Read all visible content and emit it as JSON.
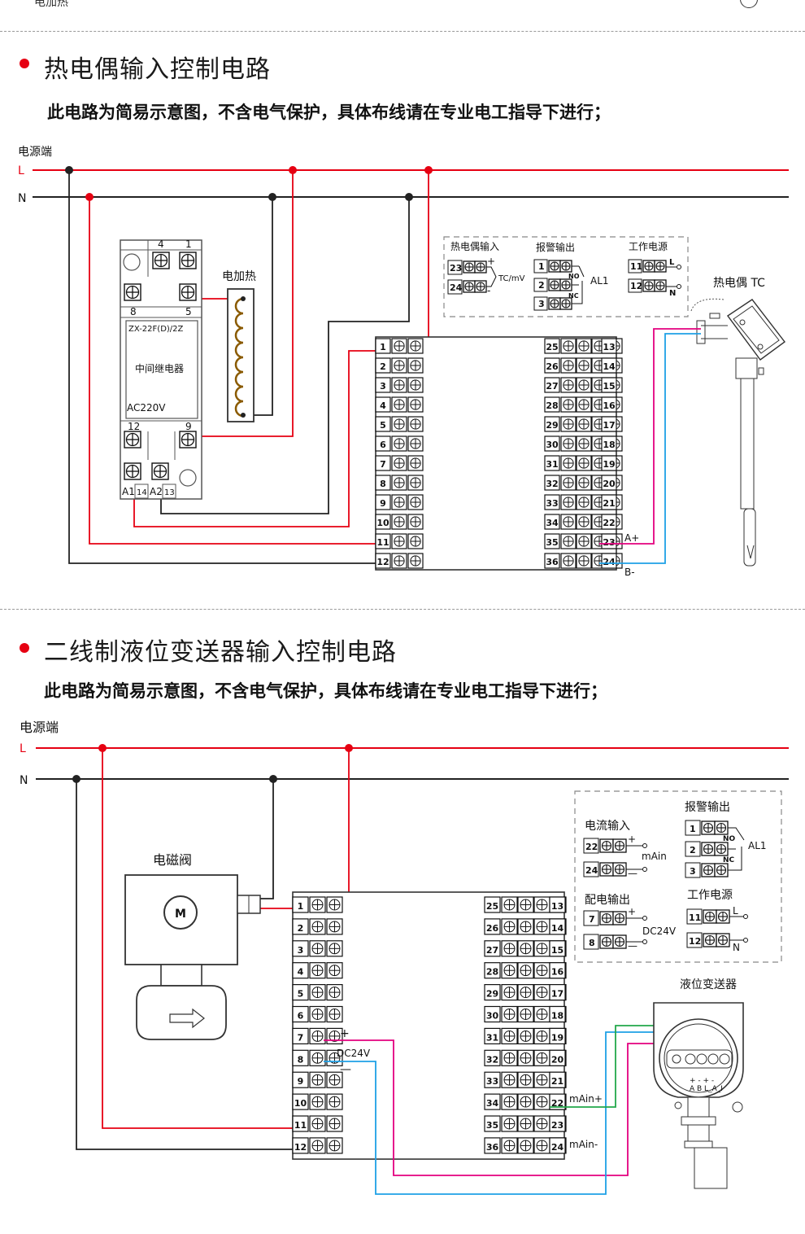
{
  "top": {
    "cut_label": "电加热"
  },
  "section1": {
    "title": "热电偶输入控制电路",
    "subtitle": "此电路为简易示意图，不含电气保护，具体布线请在专业电工指导下进行；",
    "power_label": "电源端",
    "line_L": "L",
    "line_N": "N",
    "relay": {
      "model": "ZX-22F(D)/2Z",
      "name": "中间继电器",
      "voltage": "AC220V",
      "top_nums": [
        "4",
        "1"
      ],
      "mid_nums": [
        "8",
        "5"
      ],
      "low_nums": [
        "12",
        "9"
      ],
      "bottom_labels": [
        "A1",
        "14",
        "A2",
        "13"
      ]
    },
    "heater_label": "电加热",
    "legend": {
      "tc_title": "热电偶输入",
      "tc_terms": [
        "23",
        "24"
      ],
      "tc_plus": "+",
      "tc_minus": "-",
      "tc_sig": "TC/mV",
      "alarm_title": "报警输出",
      "alarm_terms": [
        "1",
        "2",
        "3"
      ],
      "no": "NO",
      "nc": "NC",
      "al": "AL1",
      "power_title": "工作电源",
      "power_terms": [
        "11",
        "12"
      ],
      "pL": "L",
      "pN": "N"
    },
    "sensor_label": "热电偶 TC",
    "left_terms": [
      "1",
      "2",
      "3",
      "4",
      "5",
      "6",
      "7",
      "8",
      "9",
      "10",
      "11",
      "12"
    ],
    "mid_terms": [
      "25",
      "26",
      "27",
      "28",
      "29",
      "30",
      "31",
      "32",
      "33",
      "34",
      "35",
      "36"
    ],
    "right_terms": [
      "13",
      "14",
      "15",
      "16",
      "17",
      "18",
      "19",
      "20",
      "21",
      "22",
      "23",
      "24"
    ],
    "a_plus": "A+",
    "b_minus": "B-"
  },
  "section2": {
    "title": "二线制液位变送器输入控制电路",
    "subtitle": "此电路为简易示意图，不含电气保护，具体布线请在专业电工指导下进行；",
    "power_label": "电源端",
    "line_L": "L",
    "line_N": "N",
    "valve_label": "电磁阀",
    "motor": "M",
    "legend": {
      "cur_title": "电流输入",
      "cur_terms": [
        "22",
        "24"
      ],
      "cur_plus": "+",
      "cur_minus": "—",
      "cur_sig": "mAin",
      "dist_title": "配电输出",
      "dist_terms": [
        "7",
        "8"
      ],
      "dist_plus": "+",
      "dist_minus": "—",
      "dist_sig": "DC24V",
      "alarm_title": "报警输出",
      "alarm_terms": [
        "1",
        "2",
        "3"
      ],
      "no": "NO",
      "nc": "NC",
      "al": "AL1",
      "power_title": "工作电源",
      "power_terms": [
        "11",
        "12"
      ],
      "pL": "L",
      "pN": "N"
    },
    "transmitter_label": "液位变送器",
    "transmitter_pins": "A  B  L_A_I",
    "transmitter_pm": "+  -  +  -",
    "plus": "+",
    "minus": "—",
    "dc24v": "DC24V",
    "main_plus": "mAin+",
    "main_minus": "mAin-",
    "left_terms": [
      "1",
      "2",
      "3",
      "4",
      "5",
      "6",
      "7",
      "8",
      "9",
      "10",
      "11",
      "12"
    ],
    "mid_terms": [
      "25",
      "26",
      "27",
      "28",
      "29",
      "30",
      "31",
      "32",
      "33",
      "34",
      "35",
      "36"
    ],
    "right_terms": [
      "13",
      "14",
      "15",
      "16",
      "17",
      "18",
      "19",
      "20",
      "21",
      "22",
      "23",
      "24"
    ]
  },
  "colors": {
    "red": "#e60012",
    "black": "#222222",
    "magenta": "#e4007f",
    "blue": "#1ea0e6",
    "green": "#22a84a",
    "dash": "#9a9a9a"
  }
}
